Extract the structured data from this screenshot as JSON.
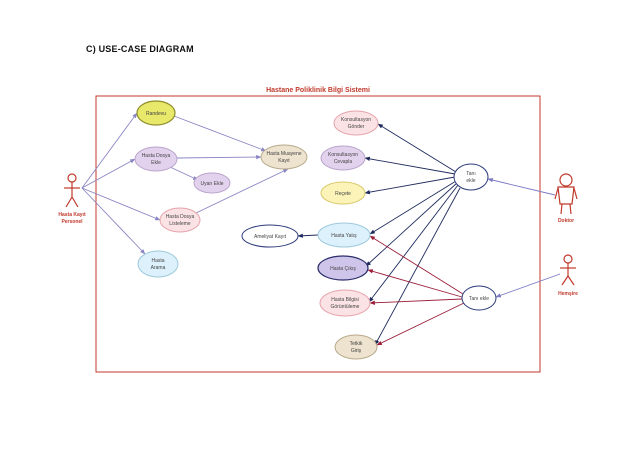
{
  "heading": "C) USE-CASE DIAGRAM",
  "system_title": "Hastane Poliklinik Bilgi Sistemi",
  "actors": {
    "personel": [
      "Hasta Kayıt",
      "Personel"
    ],
    "doktor": [
      "Doktor"
    ],
    "hemsire": [
      "Hemşire"
    ]
  },
  "use_cases": {
    "randevu": [
      "Randevu"
    ],
    "hasta_dosya_ekle": [
      "Hasta Dosya",
      "Ekle"
    ],
    "hasta_muayene_kayit": [
      "Hasta Muayene",
      "Kayıt"
    ],
    "uyari_ekle": [
      "Uyarı Ekle"
    ],
    "hasta_dosya_listeleme": [
      "Hasta Dosya",
      "Listeleme"
    ],
    "hasta_arama": [
      "Hasta",
      "Arama"
    ],
    "konsultasyon_gonder": [
      "Konsultasyon",
      "Gönder"
    ],
    "konsultasyon_cevapla": [
      "Konsultasyon",
      "Cevapla"
    ],
    "recete": [
      "Reçete"
    ],
    "ameliyat_kayit": [
      "Ameliyat Kayıt"
    ],
    "hasta_yatis": [
      "Hasta Yatış"
    ],
    "hasta_cikis": [
      "Hasta Çıkış"
    ],
    "hasta_bilgisi_goruntuleme": [
      "Hasta Bilgisi",
      "Görüntüleme"
    ],
    "tetkik_giris": [
      "Tetkik",
      "Giriş"
    ],
    "tani_ekle_doktor": [
      "Tanı",
      "ekle"
    ],
    "tani_ekle_hemsire": [
      "Tanı ekle"
    ]
  },
  "colors": {
    "frame": "#c0392b",
    "title": "#c0392b",
    "actor": "#c0392b",
    "personel_link": "#8a86c4",
    "doktor_link": "#1f2a5c",
    "hemsire_link": "#9b1f3a",
    "actor_to_tani": "#7b78c4"
  }
}
